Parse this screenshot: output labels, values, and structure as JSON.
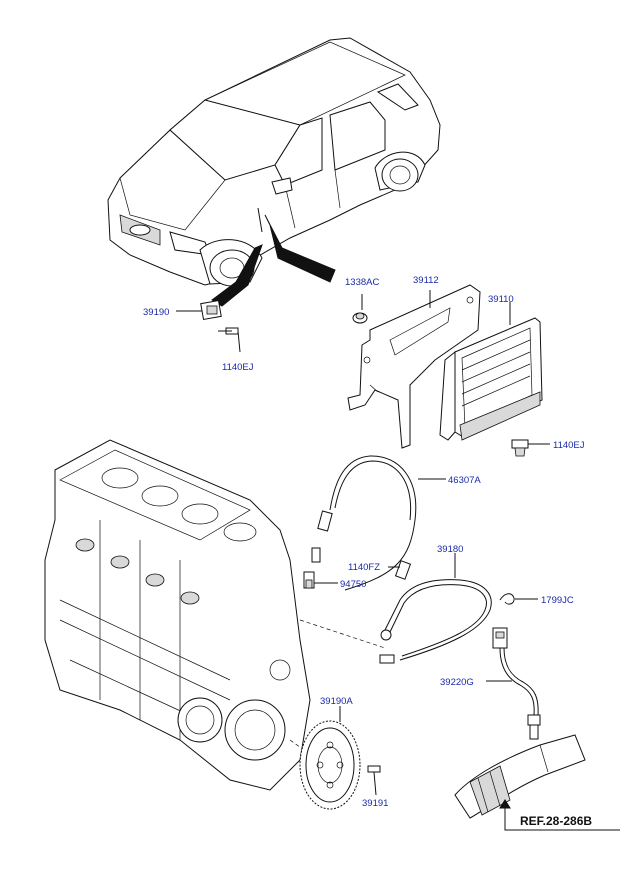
{
  "labels": {
    "p39190": "39190",
    "p1140ej_a": "1140EJ",
    "p1338ac": "1338AC",
    "p39112": "39112",
    "p39110": "39110",
    "p1140ej_b": "1140EJ",
    "p46307a": "46307A",
    "p1140fz": "1140FZ",
    "p94750": "94750",
    "p39180": "39180",
    "p1799jc": "1799JC",
    "p39220g": "39220G",
    "p39190a": "39190A",
    "p39191": "39191",
    "ref": "REF.28-286B"
  },
  "colors": {
    "label": "#1a2aa8",
    "line": "#111111",
    "background": "#ffffff"
  }
}
